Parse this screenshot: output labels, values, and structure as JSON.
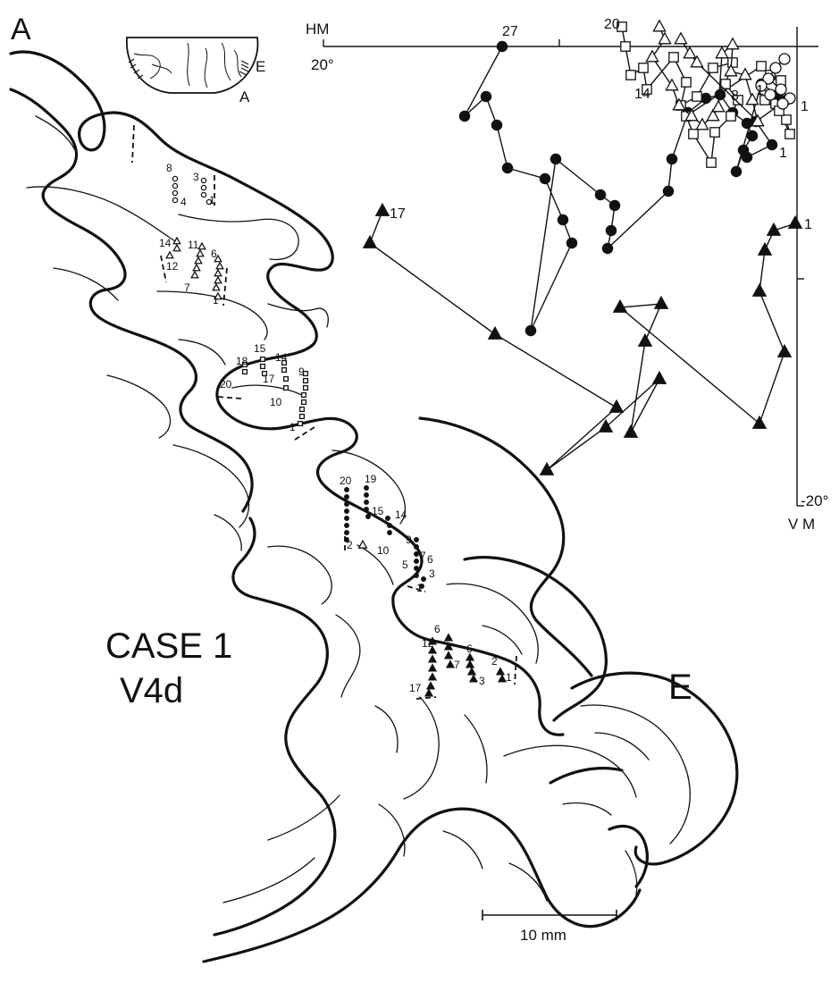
{
  "figure": {
    "panel_letter": "A",
    "case_label": "CASE 1",
    "area_label": "V4d",
    "section_label": "E",
    "inset_labels": {
      "e": "E",
      "a": "A"
    },
    "scale_bar_label": "10 mm"
  },
  "field_map": {
    "horizontal_meridian_label": "HM",
    "vertical_meridian_label": "V M",
    "x_extent_label": "20°",
    "y_extent_label": "-20°",
    "series": [
      {
        "marker": "open-circle",
        "labels": [
          "1",
          "1",
          "3",
          "4",
          "8"
        ]
      },
      {
        "marker": "open-triangle",
        "labels": [
          "1",
          "6",
          "7",
          "11",
          "12",
          "14"
        ]
      },
      {
        "marker": "open-square",
        "labels": [
          "1",
          "9",
          "10",
          "14",
          "15",
          "17",
          "18",
          "20"
        ]
      },
      {
        "marker": "filled-circle",
        "labels": [
          "1",
          "2",
          "3",
          "5",
          "6",
          "7",
          "9",
          "10",
          "14",
          "15",
          "19",
          "20",
          "27"
        ]
      },
      {
        "marker": "filled-triangle",
        "labels": [
          "1",
          "2",
          "3",
          "6",
          "7",
          "11",
          "12",
          "17"
        ]
      }
    ],
    "plot_labels": [
      "27",
      "20",
      "14",
      "8",
      "1",
      "1",
      "1",
      "17",
      "1"
    ]
  }
}
